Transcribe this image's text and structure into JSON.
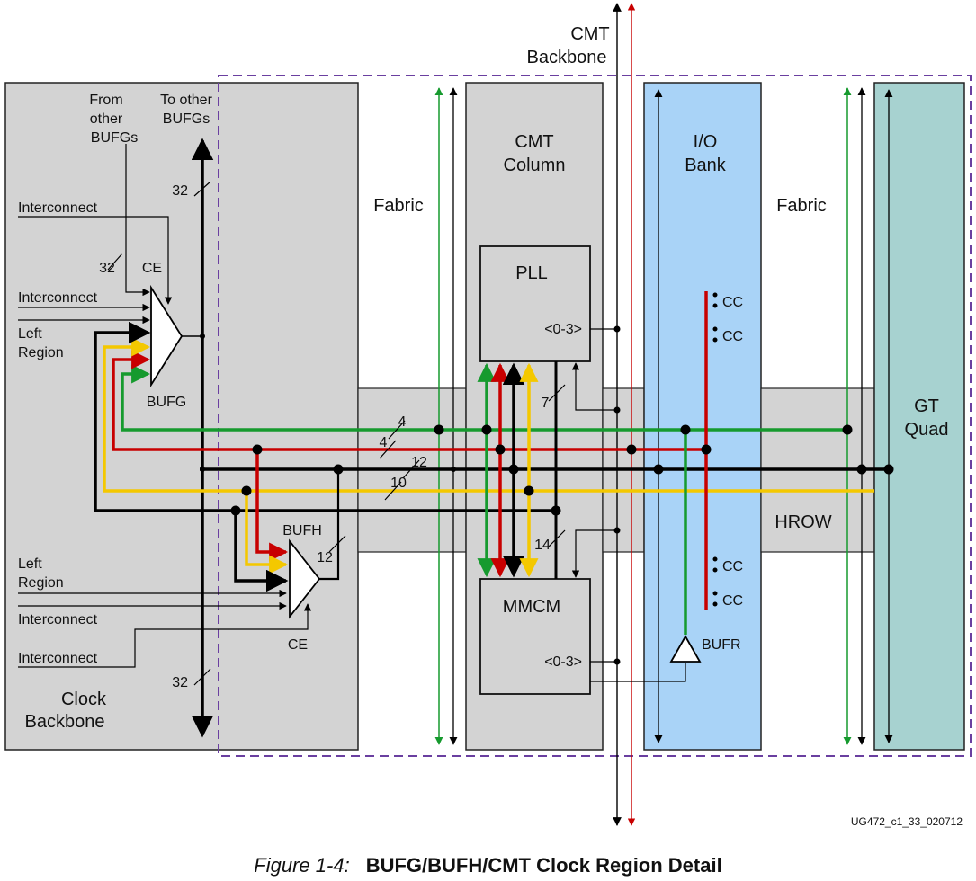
{
  "colors": {
    "panel_gray": "#d3d3d3",
    "io_bank_blue": "#a9d3f7",
    "gt_quad_teal": "#a7d2d0",
    "region_border_purple": "#6a3fa0",
    "green_line": "#169a2e",
    "red_line": "#c80000",
    "yellow_line": "#f4c800",
    "black_line": "#000000"
  },
  "labels": {
    "cmt_backbone": [
      "CMT",
      "Backbone"
    ],
    "from_other_bufgs": [
      "From",
      "other",
      "BUFGs"
    ],
    "to_other_bufgs": [
      "To other",
      "BUFGs"
    ],
    "fabric_left": "Fabric",
    "fabric_right": "Fabric",
    "cmt_column": [
      "CMT",
      "Column"
    ],
    "io_bank": [
      "I/O",
      "Bank"
    ],
    "gt_quad": [
      "GT",
      "Quad"
    ],
    "pll": "PLL",
    "pll_port": "<0-3>",
    "mmcm": "MMCM",
    "mmcm_port": "<0-3>",
    "bufg": "BUFG",
    "bufh": "BUFH",
    "bufr": "BUFR",
    "hrow": "HROW",
    "ce_bufg": "CE",
    "ce_bufh": "CE",
    "clock_backbone": [
      "Clock",
      "Backbone"
    ],
    "left_region_top": [
      "Left",
      "Region"
    ],
    "left_region_bottom": [
      "Left",
      "Region"
    ],
    "interconnect": [
      "Interconnect",
      "Interconnect",
      "Interconnect",
      "Interconnect"
    ],
    "cc": [
      "CC",
      "CC",
      "CC",
      "CC"
    ],
    "bus_widths": {
      "backbone_top": "32",
      "bufg_ce_bus": "32",
      "green_bus": "4",
      "red_bus": "4",
      "black_bus": "12",
      "yellow_bus": "10",
      "pll_out": "7",
      "mmcm_in": "14",
      "bufh_out": "12",
      "backbone_bottom": "32"
    },
    "doc_id": "UG472_c1_33_020712"
  },
  "caption": {
    "figure": "Figure 1-4:",
    "title": "BUFG/BUFH/CMT Clock Region Detail"
  }
}
